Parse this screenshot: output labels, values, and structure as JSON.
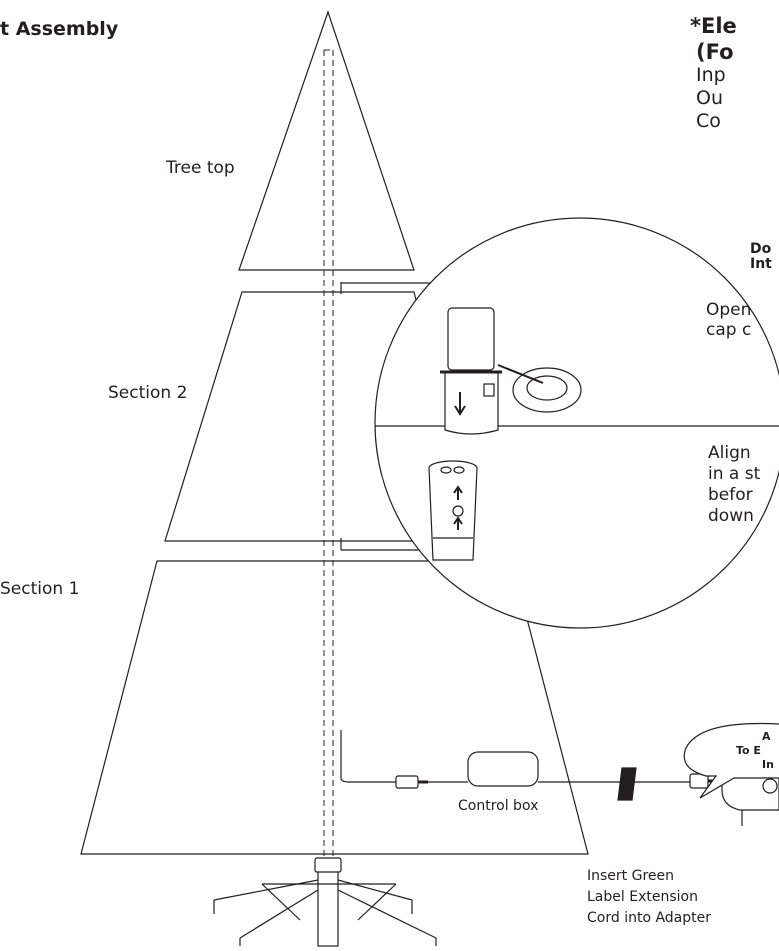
{
  "header": {
    "title_fragment": "t Assembly"
  },
  "spec": {
    "title": "*Ele",
    "subtitle": "(Fo",
    "line1": "Inp",
    "line2": "Ou",
    "line3": "Co"
  },
  "sections": {
    "tree_top": "Tree top",
    "section2": "Section 2",
    "section1": "Section 1"
  },
  "detail": {
    "warning_line1": "Do",
    "warning_line2": "Int",
    "step1_line1": "Open",
    "step1_line2": "cap c",
    "step2_line1": "Align",
    "step2_line2": "in a st",
    "step2_line3": "befor",
    "step2_line4": "down"
  },
  "bubble": {
    "line1": "A",
    "line2": "To E",
    "line3": "In"
  },
  "parts": {
    "control_box": "Control box",
    "cord_note_line1": "Insert Green",
    "cord_note_line2": "Label Extension",
    "cord_note_line3": "Cord into Adapter"
  }
}
